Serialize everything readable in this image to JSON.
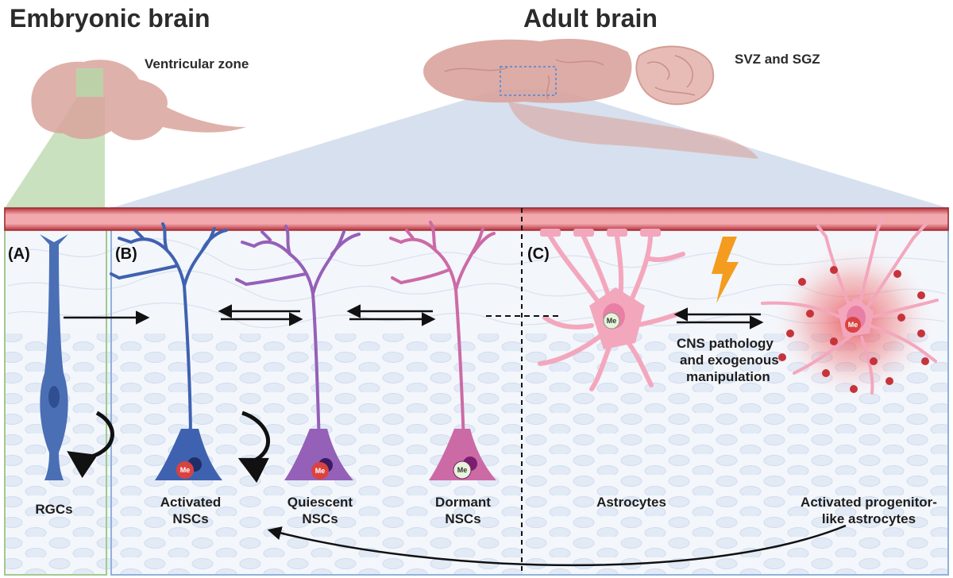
{
  "titles": {
    "embryonic": "Embryonic brain",
    "adult": "Adult brain"
  },
  "regions": {
    "embryonic": "Ventricular zone",
    "adult": "SVZ and SGZ"
  },
  "panels": {
    "a": "(A)",
    "b": "(B)",
    "c": "(C)"
  },
  "cells": {
    "rgc": "RGCs",
    "activated_1": "Activated",
    "activated_2": "NSCs",
    "quiescent_1": "Quiescent",
    "quiescent_2": "NSCs",
    "dormant_1": "Dormant",
    "dormant_2": "NSCs",
    "astrocytes": "Astrocytes",
    "progenitor_1": "Activated progenitor-",
    "progenitor_2": "like astrocytes"
  },
  "pathology": {
    "line1": "CNS pathology",
    "line2": "and exogenous",
    "line3": "manipulation"
  },
  "nucleus_marker": "Me",
  "colors": {
    "blood_vessel": "#e58a8f",
    "rgc": "#4a6fb5",
    "activated": "#3f62b0",
    "quiescent": "#9560b8",
    "dormant": "#cc6aa6",
    "astrocyte": "#f3a7bd",
    "lightning": "#f39c1e",
    "brain": "#d9a39c",
    "embryonic_panel": "#b7d7a8",
    "adult_panel": "#c9d5e8"
  }
}
